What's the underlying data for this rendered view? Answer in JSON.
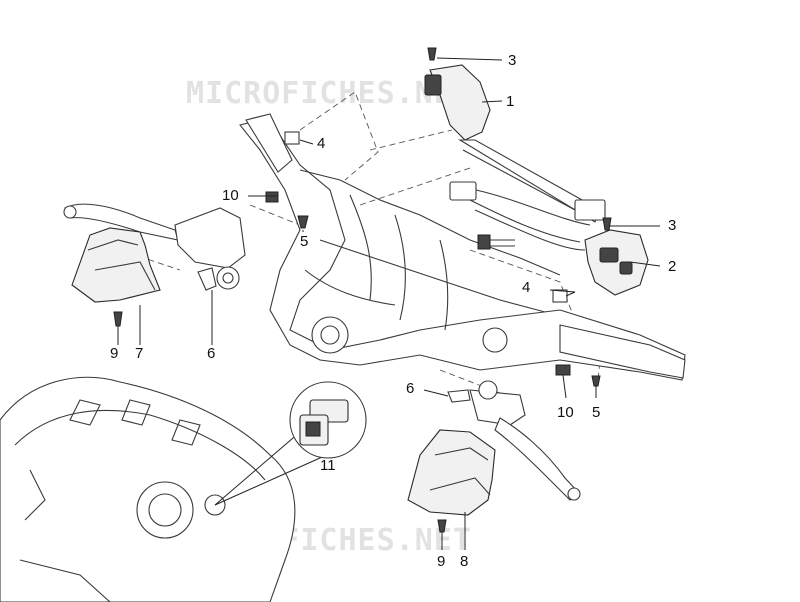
{
  "watermark": {
    "top": "MICROFICHES.NET",
    "bottom": "MICROFICHES.NET",
    "color": "#e2e2e2"
  },
  "callouts": {
    "c1": "1",
    "c2": "2",
    "c3a": "3",
    "c3b": "3",
    "c4a": "4",
    "c4b": "4",
    "c5a": "5",
    "c5b": "5",
    "c6a": "6",
    "c6b": "6",
    "c7": "7",
    "c8": "8",
    "c9a": "9",
    "c9b": "9",
    "c10a": "10",
    "c10b": "10",
    "c11": "11"
  }
}
